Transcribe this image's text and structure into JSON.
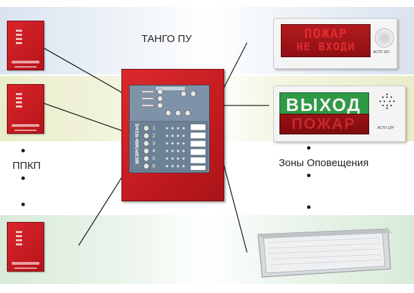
{
  "labels": {
    "panel_title": "ТАНГО ПУ",
    "left_label": "ППКП",
    "right_label": "Зоны Оповещения"
  },
  "sign_top": {
    "line1": "ПОЖАР",
    "line2": "НЕ ВХОДИ",
    "model": "АСТО 12С"
  },
  "sign_middle": {
    "line1": "ВЫХОД",
    "line2": "ПОЖАР",
    "model": "АСТО 12Р"
  },
  "panel_face": {
    "vertical_text": "НАПРАВЛЕНИЯ",
    "numbers": [
      "1",
      "2",
      "3",
      "4",
      "5",
      "6"
    ]
  },
  "colors": {
    "panel_red": "#c21b20",
    "face_blue": "#7f93a8",
    "exit_green": "#2f9a45",
    "band_blue": "#d9e3ef",
    "band_yellow": "#eaedc9",
    "band_green": "#d8ebd9"
  }
}
